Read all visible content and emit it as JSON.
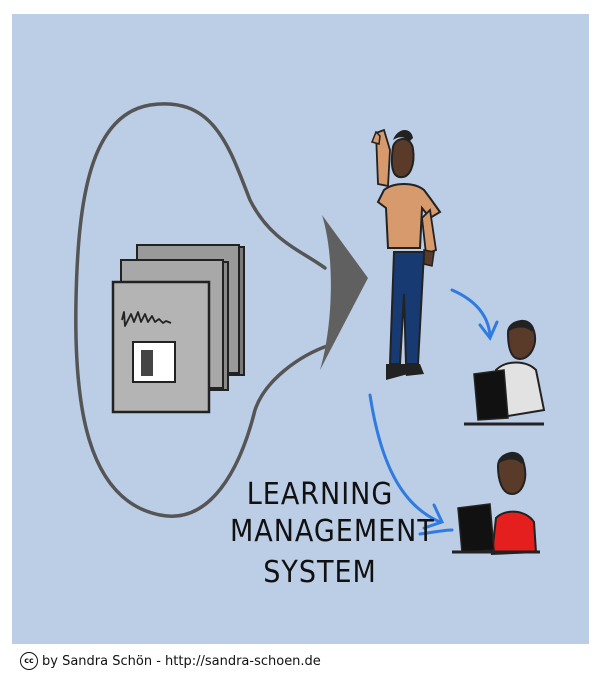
{
  "illustration": {
    "title_lines": [
      "LEARNING",
      "MANAGEMENT",
      "SYSTEM"
    ],
    "credit": {
      "icon": "cc",
      "text": "by Sandra Schön - http://sandra-schoen.de"
    },
    "colors": {
      "background": "#bccde6",
      "arrows": "#2f7be0",
      "outline": "#555555",
      "red_shirt": "#e51e1e"
    }
  }
}
